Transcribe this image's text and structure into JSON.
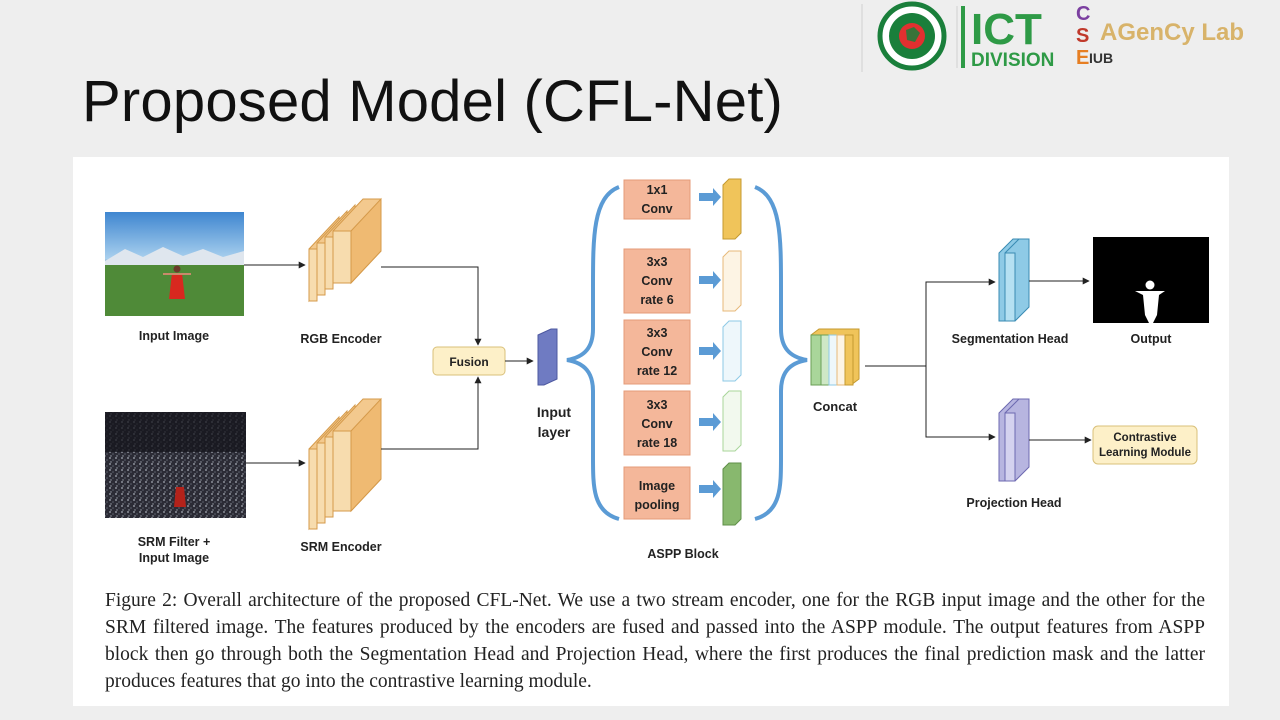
{
  "slide": {
    "title": "Proposed Model (CFL-Net)"
  },
  "logos": {
    "gov_seal": "Government of the People's Republic of Bangladesh seal",
    "ict_line1": "ICT",
    "ict_line2": "DIVISION",
    "cse_letters": [
      "C",
      "S",
      "E"
    ],
    "iub": "IUB",
    "agency_lab": "AGenCy Lab"
  },
  "diagram": {
    "input_image_label": "Input Image",
    "srm_label_line1": "SRM Filter +",
    "srm_label_line2": "Input Image",
    "rgb_encoder": "RGB Encoder",
    "srm_encoder": "SRM Encoder",
    "fusion": "Fusion",
    "input_layer_line1": "Input",
    "input_layer_line2": "layer",
    "aspp_block": "ASPP Block",
    "aspp_boxes": [
      {
        "lines": [
          "1x1",
          "Conv"
        ],
        "color": "#f0c45a"
      },
      {
        "lines": [
          "3x3",
          "Conv",
          "rate 6"
        ],
        "color": "#f7d9b0"
      },
      {
        "lines": [
          "3x3",
          "Conv",
          "rate 12"
        ],
        "color": "#bfe0ee"
      },
      {
        "lines": [
          "3x3",
          "Conv",
          "rate 18"
        ],
        "color": "#cfe8c6"
      },
      {
        "lines": [
          "Image",
          "pooling"
        ],
        "color": "#88b86e"
      }
    ],
    "concat": "Concat",
    "segmentation_head": "Segmentation Head",
    "projection_head": "Projection Head",
    "output": "Output",
    "contrastive_line1": "Contrastive",
    "contrastive_line2": "Learning Module",
    "colors": {
      "encoder": "#f3c98e",
      "aspp_box": "#f4b79a",
      "bracket": "#5b9bd5",
      "segmentation": "#8ecae6",
      "projection": "#b7b5e0",
      "fusion_box": "#fdf0c8",
      "input_layer": "#6f7bc2"
    }
  },
  "caption": "Figure 2: Overall architecture of the proposed CFL-Net. We use a two stream encoder, one for the RGB input image and the other for the SRM filtered image. The features produced by the encoders are fused and passed into the ASPP module. The output features from ASPP block then go through both the Segmentation Head and Projection Head, where the first produces the final prediction mask and the latter produces features that go into the contrastive learning module."
}
